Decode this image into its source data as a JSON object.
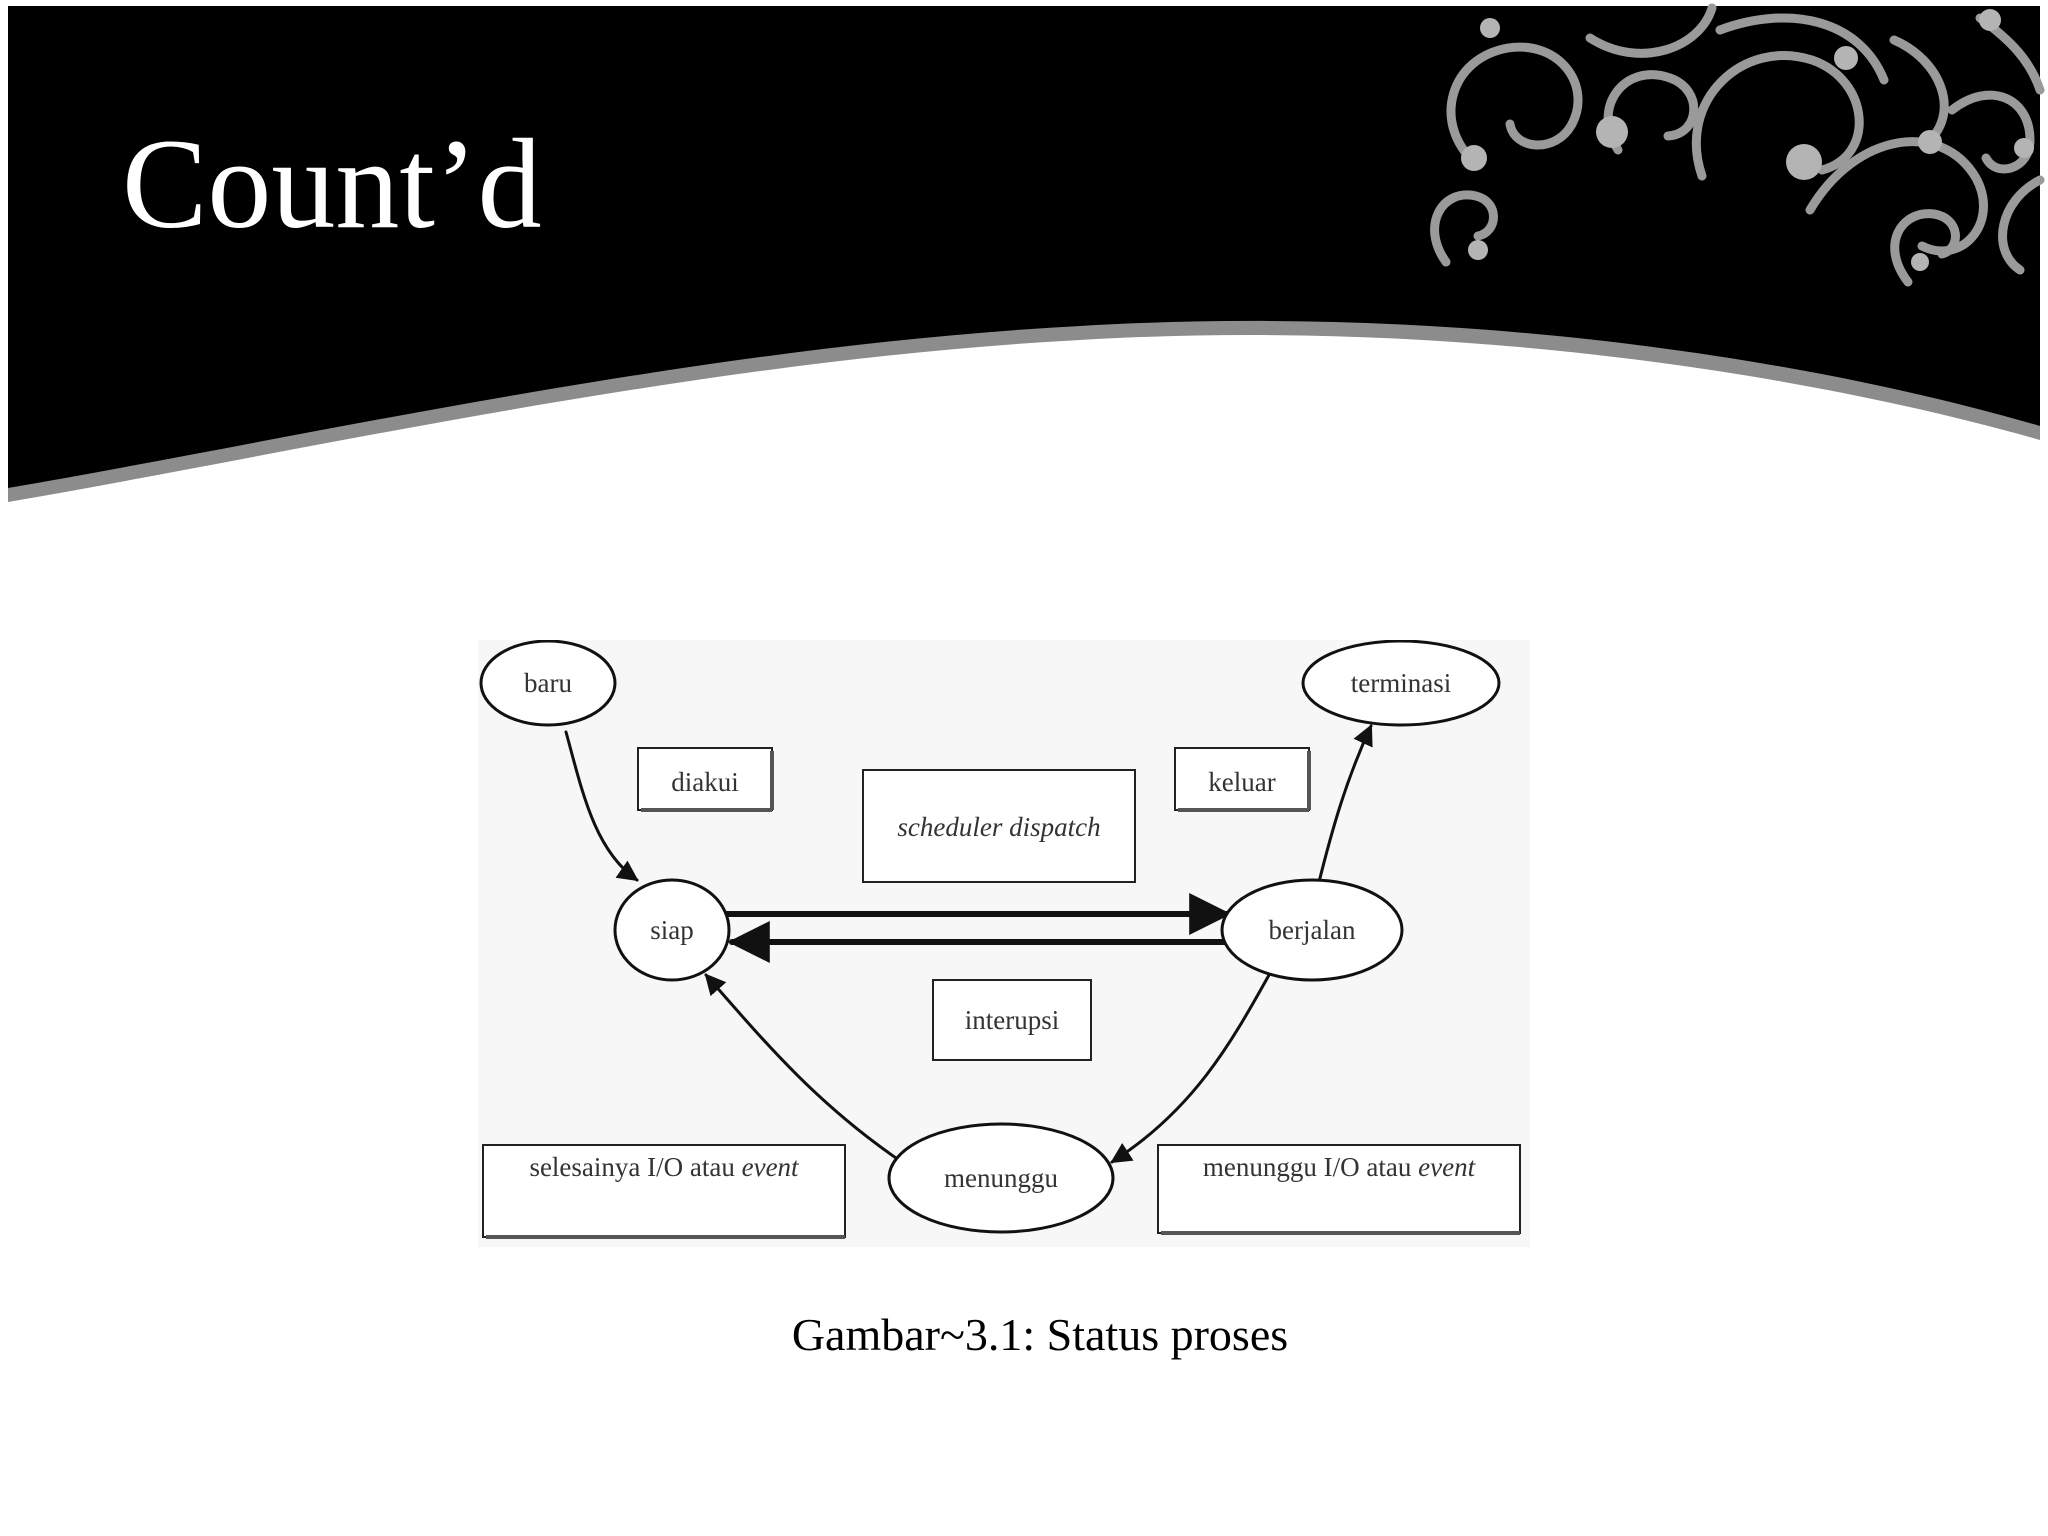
{
  "slide": {
    "title": "Count’d",
    "caption": "Gambar~3.1: Status proses"
  },
  "diagram": {
    "states": {
      "baru": "baru",
      "terminasi": "terminasi",
      "siap": "siap",
      "berjalan": "berjalan",
      "menunggu": "menunggu"
    },
    "transitions": {
      "diakui": "diakui",
      "keluar": "keluar",
      "scheduler_dispatch": "scheduler dispatch",
      "interupsi": "interupsi",
      "selesainya_io_prefix": "selesainya I/O atau ",
      "selesainya_io_event": "event",
      "menunggu_io_prefix": "menunggu I/O atau ",
      "menunggu_io_event": "event"
    }
  },
  "colors": {
    "header_band": "#000000",
    "header_edge": "#8c8c8c",
    "diagram_background": "#f7f7f7",
    "line": "#111111"
  }
}
